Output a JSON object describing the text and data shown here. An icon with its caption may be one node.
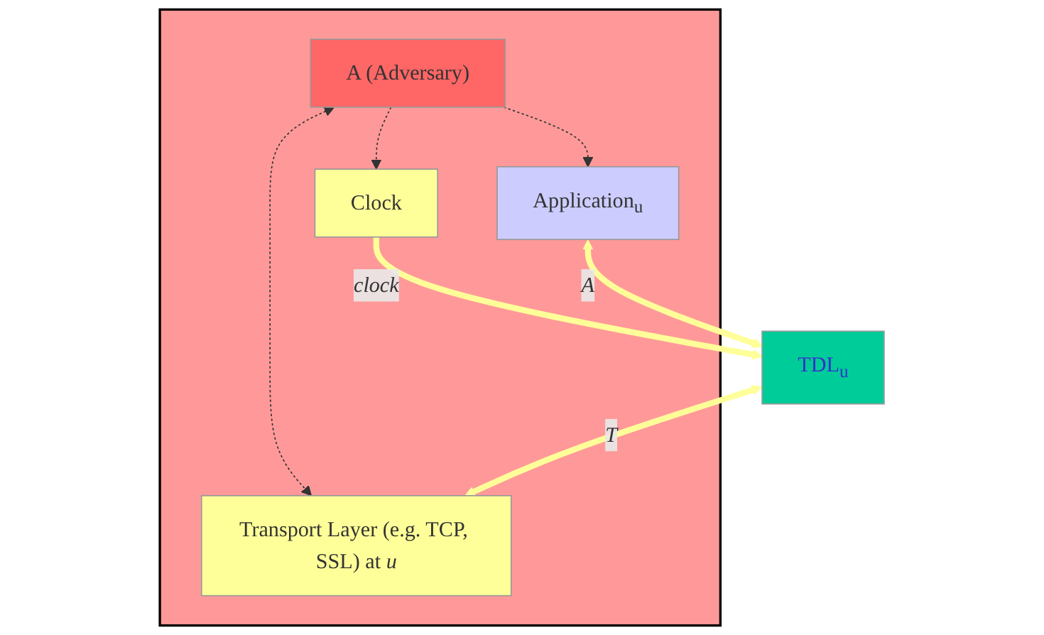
{
  "diagram": {
    "nodes": [
      {
        "text": [],
        "shape": "box"
      },
      {
        "text": [
          "A (Adversary)"
        ],
        "in": 0
      },
      {
        "text": [
          "Application$_{u}$"
        ],
        "in": 0
      },
      {
        "text": [
          "Clock"
        ],
        "in": 0
      },
      {
        "text": [
          "TDL$_{u}$"
        ]
      },
      {
        "text": [
          "Transport Layer (e.g. TCP, SSL) at *u*"
        ],
        "in": 0
      }
    ],
    "edges": [
      {
        "from": 1,
        "to": 2,
        "arrow": "to",
        "style": "dashed"
      },
      {
        "from": 1,
        "to": 3,
        "arrow": "to",
        "style": "dashed"
      },
      {
        "from": 1,
        "to": 5,
        "arrow": "both",
        "style": "dashed"
      },
      {
        "from": 3,
        "to": 4,
        "arrow": "to",
        "style": "thick",
        "color": "#ffff99",
        "label": "clock"
      },
      {
        "from": 2,
        "to": 4,
        "arrow": "both",
        "style": "thick",
        "color": "#ffff99",
        "label": "A"
      },
      {
        "from": 4,
        "to": 5,
        "arrow": "both",
        "style": "thick",
        "color": "#ffff99",
        "label": "T"
      }
    ]
  }
}
